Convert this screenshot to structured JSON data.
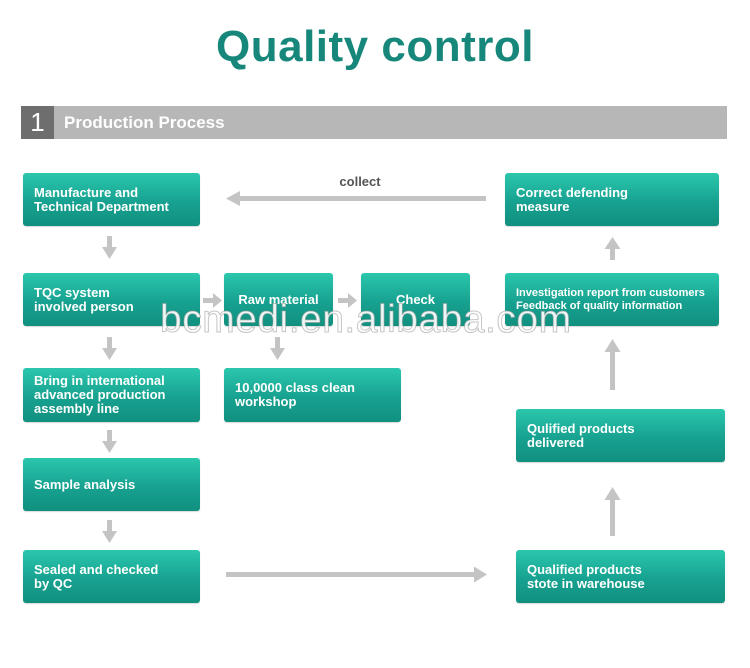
{
  "title": "Quality control",
  "section": {
    "number": "1",
    "title": "Production Process"
  },
  "collect_label": "collect",
  "watermark": "bcmedi.en.alibaba.com",
  "boxes": {
    "manufacture": "Manufacture and\nTechnical Department",
    "tqc": "TQC system\ninvolved person",
    "raw": "Raw material",
    "check": "Check",
    "bring": "Bring in international\nadvanced production\nassembly line",
    "workshop": "10,0000 class clean\nworkshop",
    "sample": "Sample analysis",
    "sealed": "Sealed and checked\nby QC",
    "correct": "Correct defending\nmeasure",
    "investigation": "Investigation report from customers\nFeedback of quality information",
    "qualified_delivered": "Qulified products\ndelivered",
    "qualified_stored": "Qualified products\nstote in warehouse"
  },
  "colors": {
    "title": "#16877a",
    "box": "#17a190",
    "arrow": "#c4c4c4",
    "section_bar": "#b7b7b7",
    "section_num": "#6e6e6e"
  }
}
